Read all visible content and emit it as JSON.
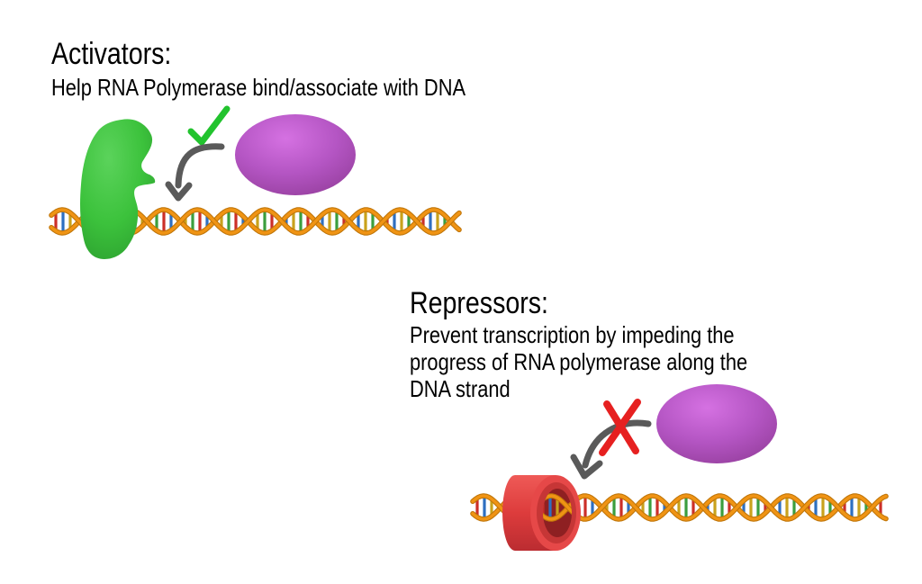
{
  "activator_section": {
    "heading": "Activators:",
    "description": "Help RNA Polymerase bind/associate with DNA"
  },
  "repressor_section": {
    "heading": "Repressors:",
    "description_lines": [
      "Prevent transcription by impeding the",
      "progress of RNA polymerase along the",
      "DNA strand"
    ]
  },
  "colors": {
    "text": "#000000",
    "checkmark_green": "#22c32e",
    "activator_green": "#3ec23e",
    "polymerase_purple": "#b455c3",
    "repressor_red": "#e64848",
    "repressor_hole_dark": "#8e2022",
    "arrow_gray": "#5a5a5a",
    "cross_red": "#e62020",
    "dna_strand_orange": "#f09414",
    "dna_strand_shadow": "#c0760a",
    "dna_rungs": [
      "#cc2f28",
      "#2e6fc0",
      "#c9a21c",
      "#3b9e3e"
    ]
  }
}
